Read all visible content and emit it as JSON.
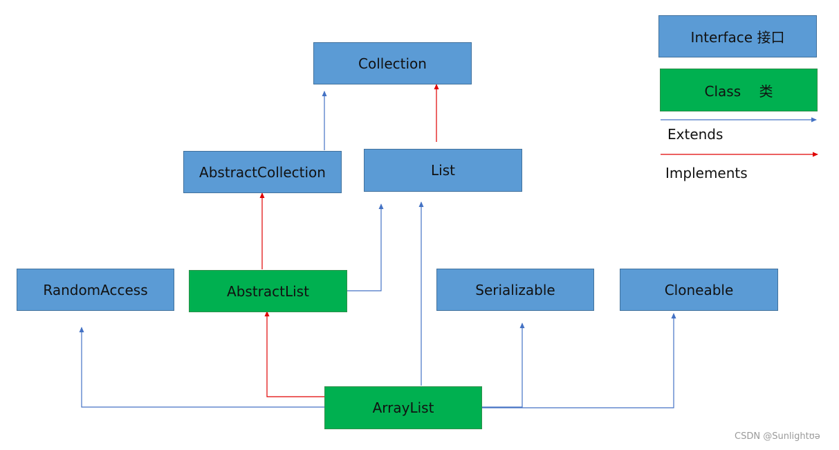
{
  "colors": {
    "interface_fill": "#5b9bd5",
    "class_fill": "#00b050",
    "extends_arrow": "#4472c4",
    "implements_arrow": "#e00000"
  },
  "nodes": {
    "collection": "Collection",
    "abstract_collection": "AbstractCollection",
    "list": "List",
    "random_access": "RandomAccess",
    "abstract_list": "AbstractList",
    "serializable": "Serializable",
    "cloneable": "Cloneable",
    "array_list": "ArrayList"
  },
  "legend": {
    "interface_label": "Interface 接口",
    "class_label": "Class　 类",
    "extends_label": "Extends",
    "implements_label": "Implements"
  },
  "watermark": "CSDN @Sunlightʊə"
}
